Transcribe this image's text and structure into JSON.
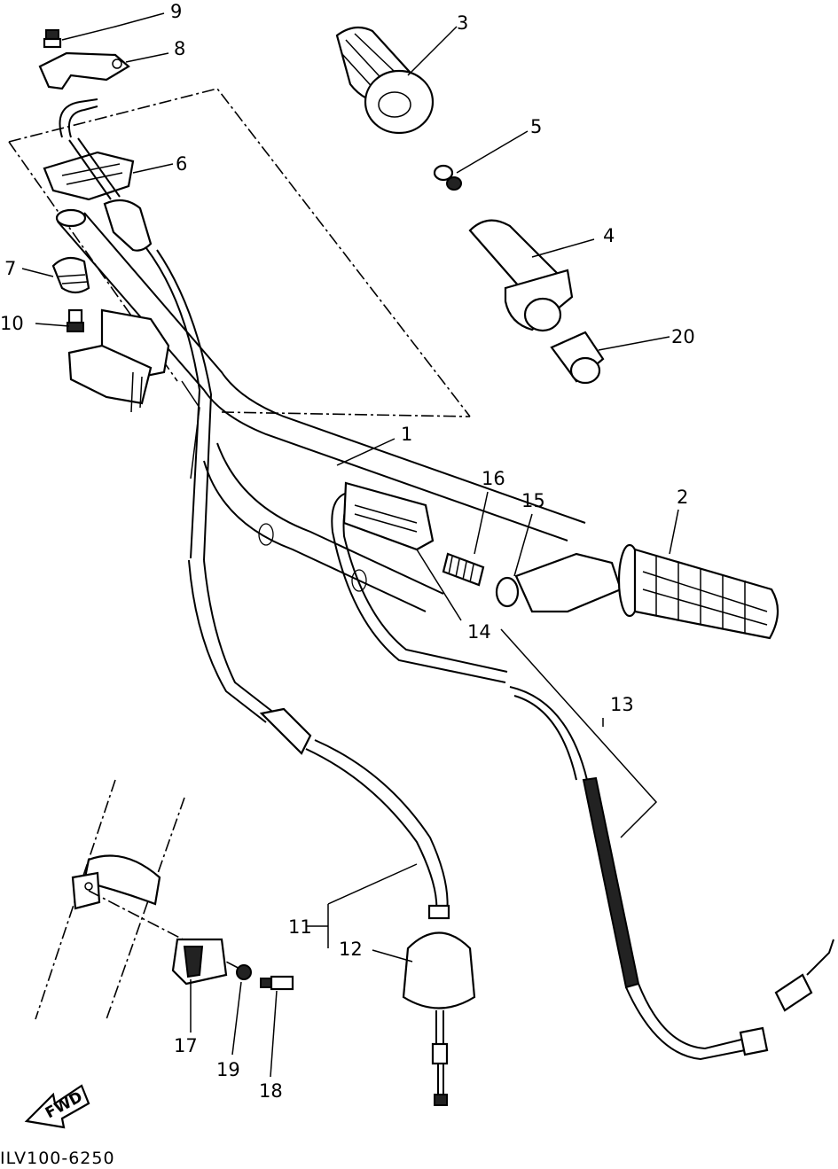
{
  "diagram": {
    "labels": {
      "1": "1",
      "2": "2",
      "3": "3",
      "4": "4",
      "5": "5",
      "6": "6",
      "7": "7",
      "8": "8",
      "9": "9",
      "10": "10",
      "11": "11",
      "12": "12",
      "13": "13",
      "14": "14",
      "15": "15",
      "16": "16",
      "17": "17",
      "18": "18",
      "19": "19",
      "20": "20"
    },
    "footer_code": "ILV100-6250",
    "fwd_badge": "FWD"
  }
}
